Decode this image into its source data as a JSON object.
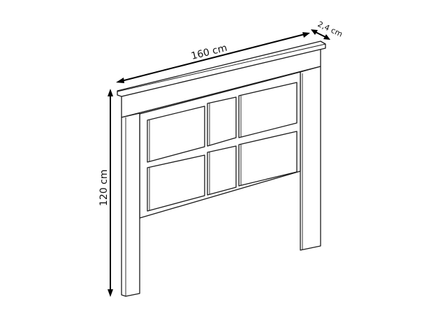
{
  "diagram": {
    "subject": "Headboard",
    "dimensions": {
      "width_label": "160 cm",
      "height_label": "120 cm",
      "depth_label": "2,4 cm"
    },
    "panels": {
      "rows": 2,
      "columns": 3
    },
    "colors": {
      "line": "#1a1a1a",
      "background": "#ffffff"
    }
  }
}
